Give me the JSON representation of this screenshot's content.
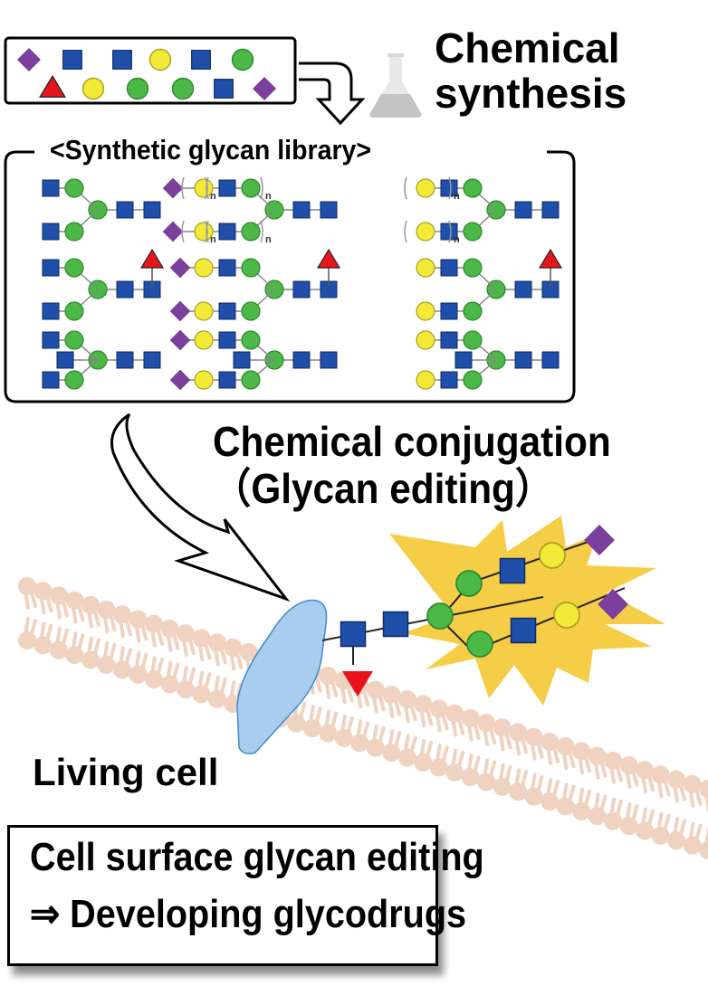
{
  "header": {
    "chemical_synthesis_line1": "Chemical",
    "chemical_synthesis_line2": "synthesis",
    "library_title": "<Synthetic glycan library>"
  },
  "steps": {
    "conjugation_line1": "Chemical conjugation",
    "conjugation_line2": "（Glycan editing）",
    "living_cell": "Living cell"
  },
  "conclusion": {
    "line1": "Cell surface glycan editing",
    "line2": "⇒ Developing glycodrugs"
  },
  "library": {
    "repeat_subscript": "n",
    "columns": [
      {
        "name": "column-1",
        "terminal": "GlcNAc"
      },
      {
        "name": "column-2",
        "terminal": "Sialic acid"
      },
      {
        "name": "column-3",
        "terminal": "Galactose"
      }
    ]
  },
  "building_blocks": {
    "row1": [
      "diamond",
      "square",
      "square",
      "circle-yellow",
      "square",
      "circle-green"
    ],
    "row2": [
      "triangle",
      "circle-yellow",
      "circle-green",
      "circle-green",
      "square",
      "diamond"
    ]
  },
  "colors": {
    "glcnac_square": "#1f4fa8",
    "mannose_green": "#4cb848",
    "galactose_yellow": "#f3ea37",
    "sialic_purple": "#7b3f9e",
    "fucose_red": "#e8141c",
    "membrane": "#f0d2c0",
    "protein": "#a8cdee",
    "burst": "#f6cd47",
    "flask": "#c8c8c8"
  }
}
